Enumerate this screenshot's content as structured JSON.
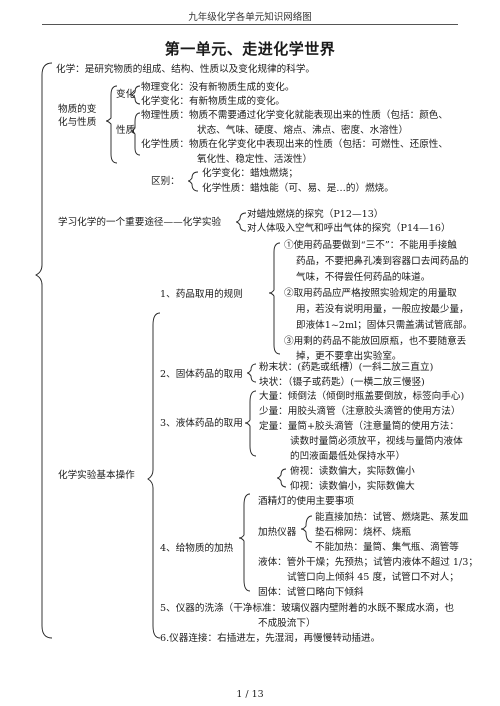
{
  "header": "九年级化学各单元知识网络图",
  "title": "第一单元、走进化学世界",
  "footer": "1 / 13",
  "sec1": {
    "def": "化学：是研究物质的组成、结构、性质以及变化规律的科学。",
    "prop_label_1": "物质的变",
    "prop_label_2": "化与性质",
    "change_label": "变化",
    "physical_change": "物理变化：没有新物质生成的变化。",
    "chemical_change": "化学变化：有新物质生成的变化。",
    "property_label": "性质",
    "physical_prop_1": "物理性质：物质不需要通过化学变化就能表现出来的性质（包括：颜色、",
    "physical_prop_2": "状态、气味、硬度、熔点、沸点、密度、水溶性）",
    "chemical_prop_1": "化学性质：物质在化学变化中表现出来的性质（包括：可燃性、还原性、",
    "chemical_prop_2": "氧化性、稳定性、活泼性）",
    "diff_label": "区别：",
    "diff_1": "化学变化：蜡烛燃烧；",
    "diff_2": "化学性质：蜡烛能（可、易、是…的）燃烧。"
  },
  "sec2": {
    "label": "学习化学的一个重要途径——化学实验",
    "item_1": "对蜡烛燃烧的探究（P12—13）",
    "item_2": "对人体吸入空气和呼出气体的探究（P14—16）"
  },
  "sec3": {
    "label": "化学实验基本操作",
    "s1_label": "1、药品取用的规则",
    "s1_r1": [
      "①使用药品要做到“三不”：不能用手接触",
      "药品，不要把鼻孔凑到容器口去闻药品的",
      "气味，不得尝任何药品的味道。"
    ],
    "s1_r2": [
      "②取用药品应严格按照实验规定的用量取",
      "用，若没有说明用量，一般应按最少量，",
      "即液体1~2ml；固体只需盖满试管底部。"
    ],
    "s1_r3": [
      "③用剩的药品不能放回原瓶，也不要随意丢",
      "掉，更不要拿出实验室。"
    ],
    "s2_label": "2、固体药品的取用",
    "s2_a": "粉末状：(药匙或纸槽）(一斜二放三直立)",
    "s2_b": "块状：（镊子或药匙）(一横二放三慢竖)",
    "s3_label": "3、液体药品的取用",
    "s3_a": "大量：倾倒法（倾倒时瓶盖要倒放，标签向手心)",
    "s3_b": "少量：用胶头滴管（注意胶头滴管的使用方法）",
    "s3_c1": "定量：量筒+胶头滴管（注意量筒的使用方法：",
    "s3_c2": "读数时量筒必须放平，视线与量筒内液体",
    "s3_c3": "的凹液面最低处保持水平）",
    "s3_d1": "俯视：读数偏大，实际数偏小",
    "s3_d2": "仰视：读数偏小，实际数偏大",
    "s4_label": "4、给物质的加热",
    "s4_a": "酒精灯的使用主要事项",
    "s4_b_label": "加热仪器",
    "s4_b1": "能直接加热：试管、燃烧匙、蒸发皿",
    "s4_b2": "垫石棉网：烧杯、烧瓶",
    "s4_b3": "不能加热：量筒、集气瓶、滴管等",
    "s4_c": "液体：管外干燥；先预热；试管内液体不超过 1/3；",
    "s4_d": "试管口向上倾斜 45 度，试管口不对人；",
    "s4_e": "固体：试管口略向下倾斜",
    "s5_1": "5、仪器的洗涤（干净标准：玻璃仪器内壁附着的水既不聚成水滴，也",
    "s5_2": "不成股流下）",
    "s6": "6.仪器连接：右插进左，先湿润，再慢慢转动插进。"
  }
}
